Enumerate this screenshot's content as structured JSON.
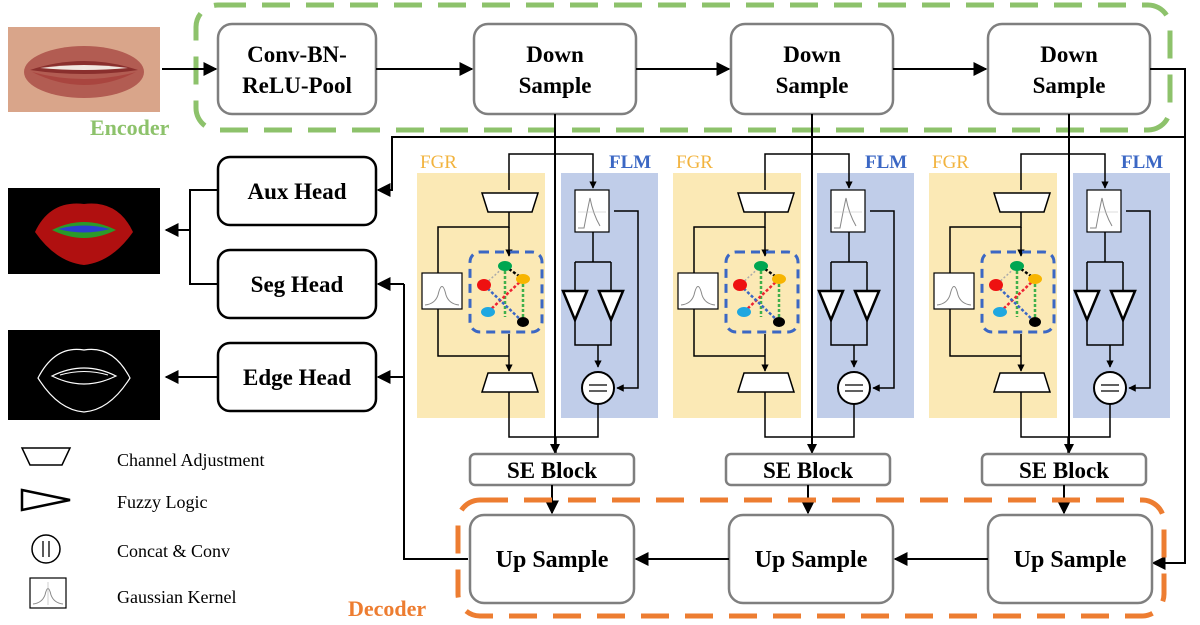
{
  "encoder": {
    "label": "Encoder",
    "blocks": [
      {
        "line1": "Conv-BN-",
        "line2": "ReLU-Pool"
      },
      {
        "line1": "Down",
        "line2": "Sample"
      },
      {
        "line1": "Down",
        "line2": "Sample"
      },
      {
        "line1": "Down",
        "line2": "Sample"
      }
    ]
  },
  "decoder": {
    "label": "Decoder",
    "blocks": [
      "Up Sample",
      "Up Sample",
      "Up Sample"
    ]
  },
  "modules": [
    {
      "fgr_label": "FGR",
      "flm_label": "FLM",
      "se_label": "SE Block"
    },
    {
      "fgr_label": "FGR",
      "flm_label": "FLM",
      "se_label": "SE Block"
    },
    {
      "fgr_label": "FGR",
      "flm_label": "FLM",
      "se_label": "SE Block"
    }
  ],
  "heads": [
    "Aux Head",
    "Seg Head",
    "Edge Head"
  ],
  "legend": [
    {
      "icon": "trapezoid-icon",
      "label": "Channel Adjustment"
    },
    {
      "icon": "triangle-icon",
      "label": "Fuzzy Logic"
    },
    {
      "icon": "concat-circle-icon",
      "label": "Concat & Conv"
    },
    {
      "icon": "gaussian-kernel-icon",
      "label": "Gaussian Kernel"
    }
  ],
  "colors": {
    "encoder": "#8dc26b",
    "decoder": "#ed7d31",
    "fgr_panel": "#fbe9b5",
    "flm_panel": "#c0cde9",
    "fgr_text": "#f2b33d",
    "flm_text": "#3b67c4",
    "node_green": "#00a651",
    "node_yellow": "#f7b500",
    "node_red": "#ee1111",
    "node_cyan": "#1fa7e0",
    "node_black": "#000000"
  }
}
